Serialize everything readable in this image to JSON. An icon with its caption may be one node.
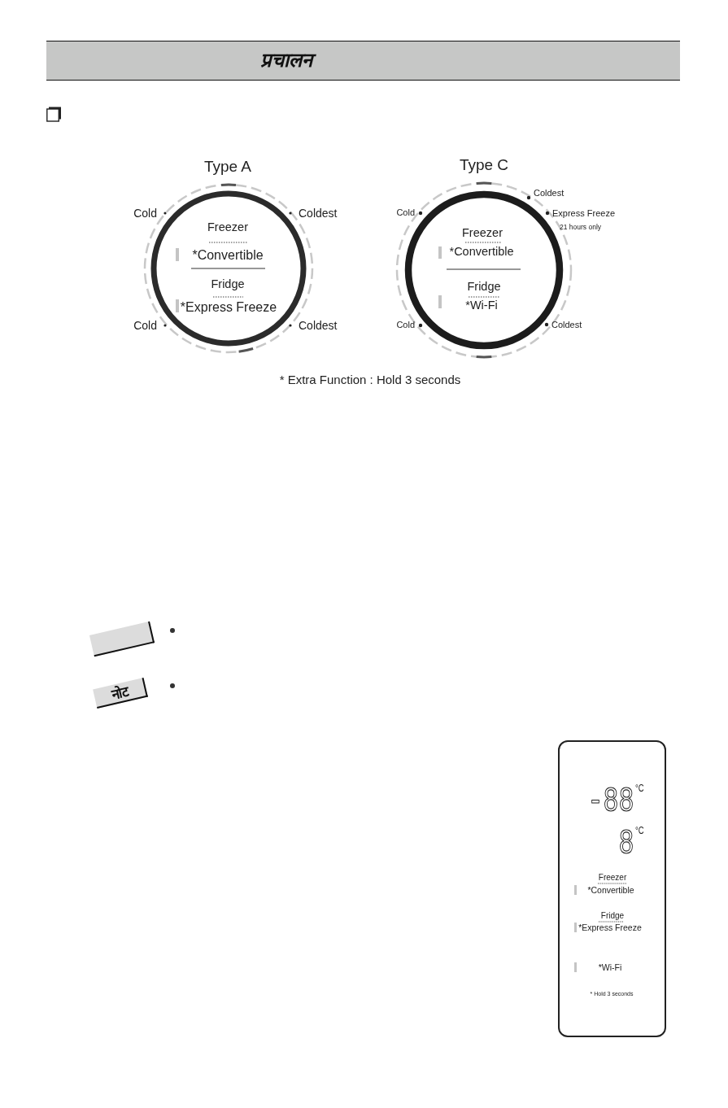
{
  "diagram": {
    "title": "प्रचालन",
    "nodes": [
      {
        "text": [
          "Type A",
          "Freezer",
          "*Convertible",
          "Fridge",
          "*Express Freeze"
        ],
        "beside": [
          "Cold",
          "Coldest",
          "Cold",
          "Coldest"
        ]
      },
      {
        "text": [
          "Type C",
          "Freezer",
          "*Convertible",
          "Fridge",
          "*Wi-Fi"
        ],
        "beside": [
          "Coldest",
          "Cold",
          "Express Freeze",
          "21 hours only",
          "Cold",
          "Coldest"
        ]
      },
      {
        "text": [],
        "shape": "box"
      },
      {
        "text": [
          "नोट"
        ]
      },
      {
        "text": [
          "-88$^{°C}$",
          "8$^{°C}$",
          "Freezer",
          "*Convertible",
          "Fridge",
          "*Express Freeze",
          "*Wi-Fi",
          "* Hold 3 seconds"
        ]
      }
    ],
    "labels": [
      "* Extra Function : Hold 3 seconds"
    ]
  }
}
